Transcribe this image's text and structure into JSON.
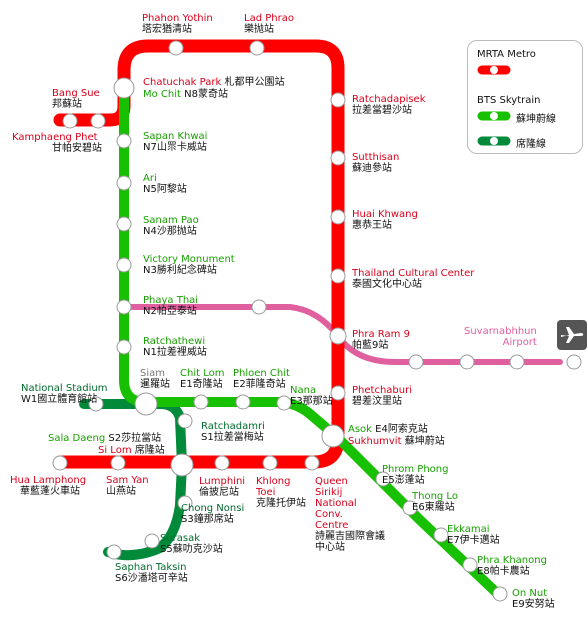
{
  "colors": {
    "mrta": "#ff0000",
    "sukhumvit": "#17c000",
    "silom": "#008a3a",
    "airport_link": "#e0609f",
    "station_fill": "#ffffff",
    "station_stroke": "#999999"
  },
  "legend": {
    "mrta_label": "MRTA Metro",
    "bts_label": "BTS Skytrain",
    "sukhumvit_label": "蘇坤蔚線",
    "silom_label": "席隆線"
  },
  "airport": {
    "name_en_1": "Suvarnabhhun",
    "name_en_2": "Airport",
    "icon": "airplane-icon"
  },
  "stations": {
    "phahon_yothin": {
      "en": "Phahon Yothin",
      "zh": "塔宏猶清站"
    },
    "lad_phrao": {
      "en": "Lad Phrao",
      "zh": "樂抛站"
    },
    "bang_sue": {
      "en": "Bang Sue",
      "zh": "邦蘇站"
    },
    "kamphaeng_phet": {
      "en": "Kamphaeng Phet",
      "zh": "甘帕安碧站"
    },
    "chatuchak_park": {
      "en": "Chatuchak Park",
      "zh": "札都甲公園站"
    },
    "mo_chit": {
      "en": "Mo Chit",
      "zh": "N8蒙奇站"
    },
    "ratchadapisek": {
      "en": "Ratchadapisek",
      "zh": "拉差當碧沙站"
    },
    "saphan_khwai": {
      "en": "Sapan Khwai",
      "zh": "N7山眔卡威站"
    },
    "sutthisan": {
      "en": "Sutthisan",
      "zh": "蘇迪參站"
    },
    "ari": {
      "en": "Ari",
      "zh": "N5阿黎站"
    },
    "huai_khwang": {
      "en": "Huai Khwang",
      "zh": "惠恭王站"
    },
    "sanam_pao": {
      "en": "Sanam Pao",
      "zh": "N4沙那抛站"
    },
    "victory_monument": {
      "en": "Victory Monument",
      "zh": "N3勝利紀念碑站"
    },
    "thailand_cultural_center": {
      "en": "Thailand Cultural Center",
      "zh": "泰國文化中心站"
    },
    "phaya_thai": {
      "en": "Phaya Thai",
      "zh": "N2帕亞泰站"
    },
    "phra_ram_9": {
      "en": "Phra Ram 9",
      "zh": "帕藍9站"
    },
    "ratchathewi": {
      "en": "Ratchathewi",
      "zh": "N1拉差裡威站"
    },
    "siam": {
      "en": "Siam",
      "zh": "暹羅站"
    },
    "chit_lom": {
      "en": "Chit Lom",
      "zh": "E1奇隆站"
    },
    "phloen_chit": {
      "en": "Phloen Chit",
      "zh": "E2菲隆奇站"
    },
    "nana": {
      "en": "Nana",
      "zh": "E3那那站"
    },
    "phetchaburi": {
      "en": "Phetchaburi",
      "zh": "碧差汶里站"
    },
    "national_stadium": {
      "en": "National Stadium",
      "zh": "W1國立體育館站"
    },
    "ratchadamri": {
      "en": "Ratchadamri",
      "zh": "S1拉差當梅站"
    },
    "asok": {
      "en": "Asok",
      "zh": "E4阿索克站"
    },
    "sukhumvit": {
      "en": "Sukhumvit",
      "zh": "蘇坤蔚站"
    },
    "sala_daeng": {
      "en": "Sala Daeng",
      "zh": "S2莎拉當站"
    },
    "si_lom": {
      "en": "Si Lom",
      "zh": "席隆站"
    },
    "hua_lamphong": {
      "en": "Hua Lamphong",
      "zh": "華藍蓬火車站"
    },
    "sam_yan": {
      "en": "Sam Yan",
      "zh": "山燕站"
    },
    "lumphini": {
      "en": "Lumphini",
      "zh": "倫披尼站"
    },
    "khlong_toei": {
      "en_1": "Khlong",
      "en_2": "Toei",
      "zh": "克隆托伊站"
    },
    "qsncc": {
      "en_1": "Queen",
      "en_2": "Sirikij",
      "en_3": "National",
      "en_4": "Conv.",
      "en_5": "Centre",
      "zh_1": "詩麗吉國際會議",
      "zh_2": "中心站"
    },
    "phrom_phong": {
      "en": "Phrom Phong",
      "zh": "E5澎蓬站"
    },
    "chong_nonsi": {
      "en": "Chong Nonsi",
      "zh": "S3鐘那席站"
    },
    "thong_lo": {
      "en": "Thong Lo",
      "zh": "E6東羅站"
    },
    "ekkamai": {
      "en": "Ekkamai",
      "zh": "E7伊卡邁站"
    },
    "surasak": {
      "en": "Surasak",
      "zh": "S5蘇叻克沙站"
    },
    "phra_khanong": {
      "en": "Phra Khanong",
      "zh": "E8帕卡農站"
    },
    "saphan_taksin": {
      "en": "Saphan Taksin",
      "zh": "S6沙潘塔可辛站"
    },
    "on_nut": {
      "en": "On Nut",
      "zh": "E9安努站"
    }
  }
}
